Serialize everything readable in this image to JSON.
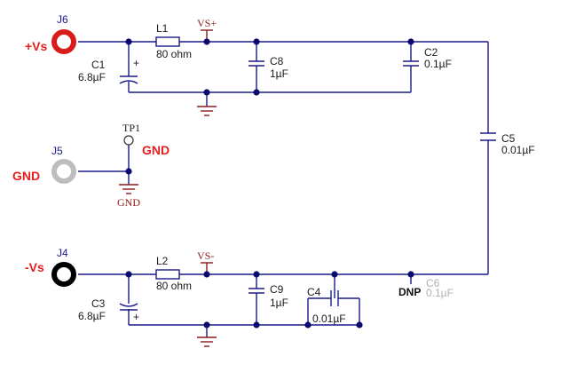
{
  "schematic": {
    "connectors": {
      "j6": {
        "ref": "J6",
        "net": "+Vs"
      },
      "j5": {
        "ref": "J5",
        "net": "GND"
      },
      "j4": {
        "ref": "J4",
        "net": "-Vs"
      }
    },
    "testpoint": {
      "ref": "TP1",
      "net": "GND"
    },
    "power_flags": {
      "vs_plus": "VS+",
      "vs_minus": "VS-"
    },
    "ground_label": "GND",
    "components": {
      "c1": {
        "ref": "C1",
        "value": "6.8µF",
        "polarity": "+"
      },
      "l1": {
        "ref": "L1",
        "value": "80 ohm"
      },
      "c8": {
        "ref": "C8",
        "value": "1µF"
      },
      "c2": {
        "ref": "C2",
        "value": "0.1µF"
      },
      "c5": {
        "ref": "C5",
        "value": "0.01µF"
      },
      "c3": {
        "ref": "C3",
        "value": "6.8µF",
        "polarity": "+"
      },
      "l2": {
        "ref": "L2",
        "value": "80 ohm"
      },
      "c9": {
        "ref": "C9",
        "value": "1µF"
      },
      "c4": {
        "ref": "C4",
        "value": "0.01µF"
      },
      "c6": {
        "ref": "C6",
        "value": "0.1µF",
        "note": "DNP"
      }
    },
    "colors": {
      "wire": "#1a1a8c",
      "junction": "#0a0a6e",
      "connector_red": "#d81b1b",
      "connector_grey": "#bdbdbd",
      "connector_black": "#000000",
      "ground": "#8b1a1a",
      "label_red": "#e61e1e"
    }
  }
}
